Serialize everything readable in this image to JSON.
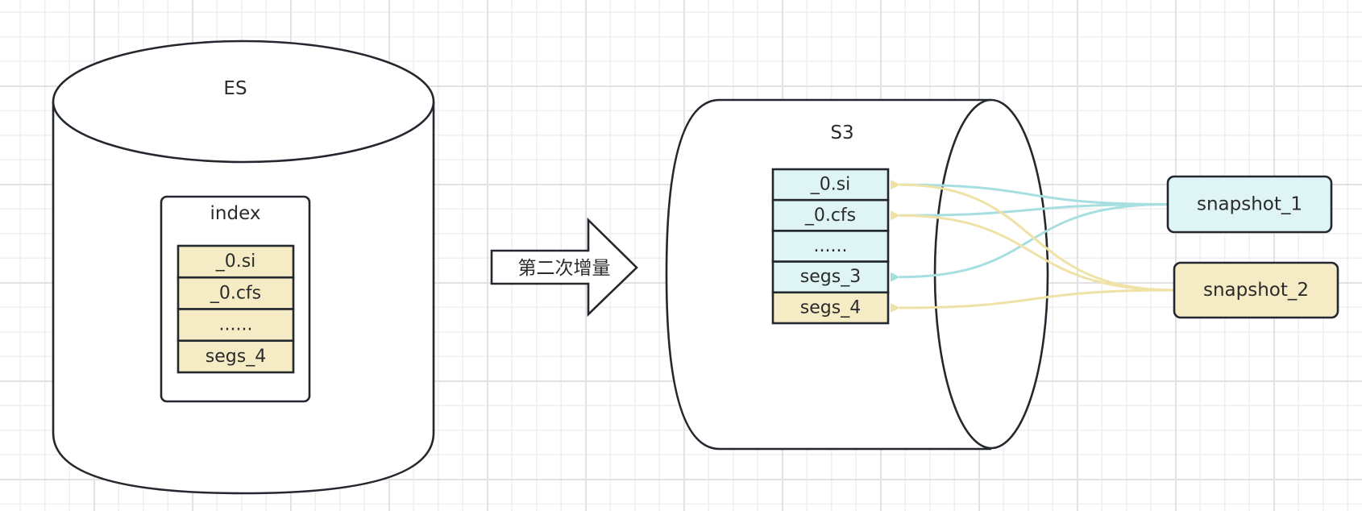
{
  "colors": {
    "stroke": "#23272e",
    "teal_fill": "#dff4f5",
    "yellow_fill": "#f5ecc5",
    "teal_edge": "#a7dfe1",
    "yellow_edge": "#efe2a6"
  },
  "es": {
    "label": "ES",
    "index": {
      "label": "index",
      "segments": [
        {
          "label": "_0.si",
          "color": "yellow"
        },
        {
          "label": "_0.cfs",
          "color": "yellow"
        },
        {
          "label": "......",
          "color": "yellow"
        },
        {
          "label": "segs_4",
          "color": "yellow"
        }
      ]
    }
  },
  "transfer_arrow": {
    "label": "第二次增量"
  },
  "s3": {
    "label": "S3",
    "segments": [
      {
        "label": "_0.si",
        "color": "teal"
      },
      {
        "label": "_0.cfs",
        "color": "teal"
      },
      {
        "label": "......",
        "color": "teal"
      },
      {
        "label": "segs_3",
        "color": "teal"
      },
      {
        "label": "segs_4",
        "color": "yellow"
      }
    ]
  },
  "snapshots": [
    {
      "label": "snapshot_1",
      "color": "teal",
      "references": [
        0,
        1,
        3
      ]
    },
    {
      "label": "snapshot_2",
      "color": "yellow",
      "references": [
        0,
        1,
        4
      ]
    }
  ]
}
